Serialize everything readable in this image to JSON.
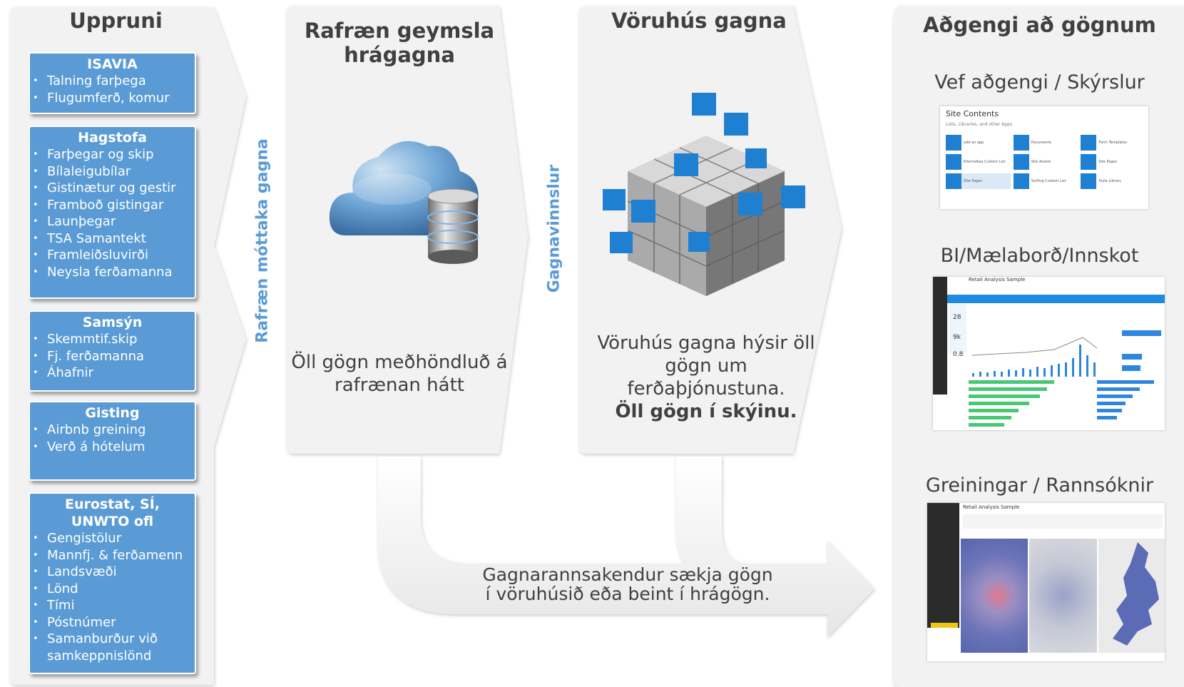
{
  "stage1": {
    "title": "Uppruni"
  },
  "label1": "Rafræn móttaka gagna",
  "sources": [
    {
      "title": "ISAVIA",
      "items": [
        "Talning farþega",
        "Flugumferð, komur"
      ]
    },
    {
      "title": "Hagstofa",
      "items": [
        "Farþegar og skip",
        "Bílaleigubílar",
        "Gistinætur og gestir",
        "Framboð gistingar",
        "Launþegar",
        "TSA Samantekt",
        "Framleiðsluvirði",
        "Neysla ferðamanna"
      ]
    },
    {
      "title": "Samsýn",
      "items": [
        "Skemmtif.skip",
        "Fj. ferðamanna",
        "Áhafnir"
      ]
    },
    {
      "title": "Gisting",
      "items": [
        "Airbnb greining",
        "Verð á hótelum"
      ]
    },
    {
      "title": "Eurostat, SÍ, UNWTO ofl",
      "items": [
        "Gengistölur",
        "Mannfj. & ferðamenn",
        "Landsvæði",
        "Lönd",
        "Tími",
        "Póstnúmer",
        "Samanburður við samkeppnislönd"
      ]
    }
  ],
  "stage2": {
    "title": "Rafræn geymsla hrágagna",
    "body": "Öll gögn meðhöndluð á rafrænan hátt"
  },
  "label2": "Gagnavinnslur",
  "stage3": {
    "title": "Vöruhús gagna",
    "body": "Vöruhús gagna hýsir öll gögn um ferðaþjónustuna.",
    "body_bold": "Öll gögn í skýinu."
  },
  "stage4": {
    "title": "Aðgengi að gögnum",
    "subs": [
      "Vef aðgengi / Skýrslur",
      "BI/Mælaborð/Innskot",
      "Greiningar / Rannsóknir"
    ]
  },
  "bottom_arrow": {
    "line1": "Gagnarannsakendur sækja gögn",
    "line2": "í vöruhúsið eða beint í hrágögn."
  },
  "thumb1": {
    "title": "Site Contents",
    "subtitle": "Lists, Libraries, and other Apps",
    "tiles": [
      "add an app",
      "Documents",
      "Form Templates",
      "Kiternaltaa Custom List",
      "Site Assets",
      "Site Pages",
      "Site Pages",
      "Surfing Custom List",
      "Style Library"
    ]
  },
  "thumb2": {
    "title": "Retail Analysis Sample",
    "kpi1": "28",
    "kpi2": "9k",
    "kpi3": "0.8"
  },
  "thumb3": {
    "title": "Retail Analysis Sample"
  },
  "colors": {
    "accent": "#5b9bd5",
    "panel": "#f2f2f2",
    "text": "#404040"
  }
}
